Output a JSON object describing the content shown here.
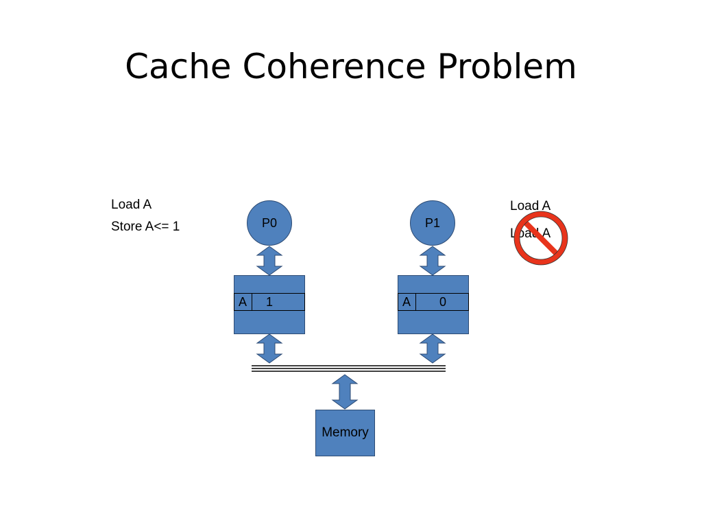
{
  "title": "Cache Coherence Problem",
  "p0": {
    "ops": [
      "Load A",
      "Store A<= 1"
    ],
    "label": "P0",
    "cache": {
      "tag": "A",
      "value": "1"
    }
  },
  "p1": {
    "ops": [
      "Load A",
      "Load A"
    ],
    "label": "P1",
    "cache": {
      "tag": "A",
      "value": "0"
    }
  },
  "memory": {
    "label": "Memory"
  },
  "colors": {
    "box_fill": "#4f81bd",
    "box_stroke": "#2c4a73",
    "prohibit": "#e8341c"
  },
  "icons": {
    "prohibit": "prohibited-sign-icon"
  }
}
